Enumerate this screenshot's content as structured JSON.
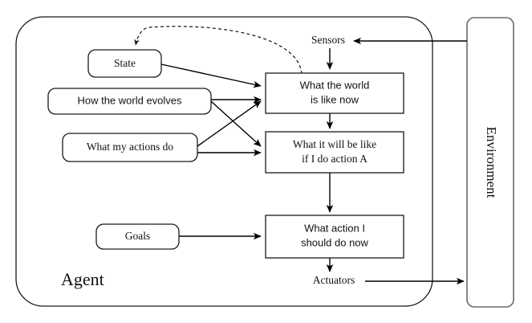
{
  "diagram": {
    "title_label": "Agent",
    "environment_label": "Environment",
    "io": {
      "sensors_label": "Sensors",
      "actuators_label": "Actuators"
    },
    "knowledge_nodes": [
      {
        "id": "state",
        "label": "State"
      },
      {
        "id": "world-evolves",
        "label": "How the world evolves"
      },
      {
        "id": "my-actions",
        "label": "What my actions do"
      },
      {
        "id": "goals",
        "label": "Goals"
      }
    ],
    "process_nodes": [
      {
        "id": "world-now",
        "line1": "What the world",
        "line2": "is like now"
      },
      {
        "id": "action-outcome",
        "line1": "What it will be like",
        "line2": "if I do action A"
      },
      {
        "id": "action-choice",
        "line1": "What action I",
        "line2": "should do now"
      }
    ],
    "colors": {
      "node_stroke": "#1a1a1a",
      "env_stroke": "#6b6b6b",
      "edge": "#000000",
      "background": "#ffffff",
      "text": "#111111"
    }
  }
}
